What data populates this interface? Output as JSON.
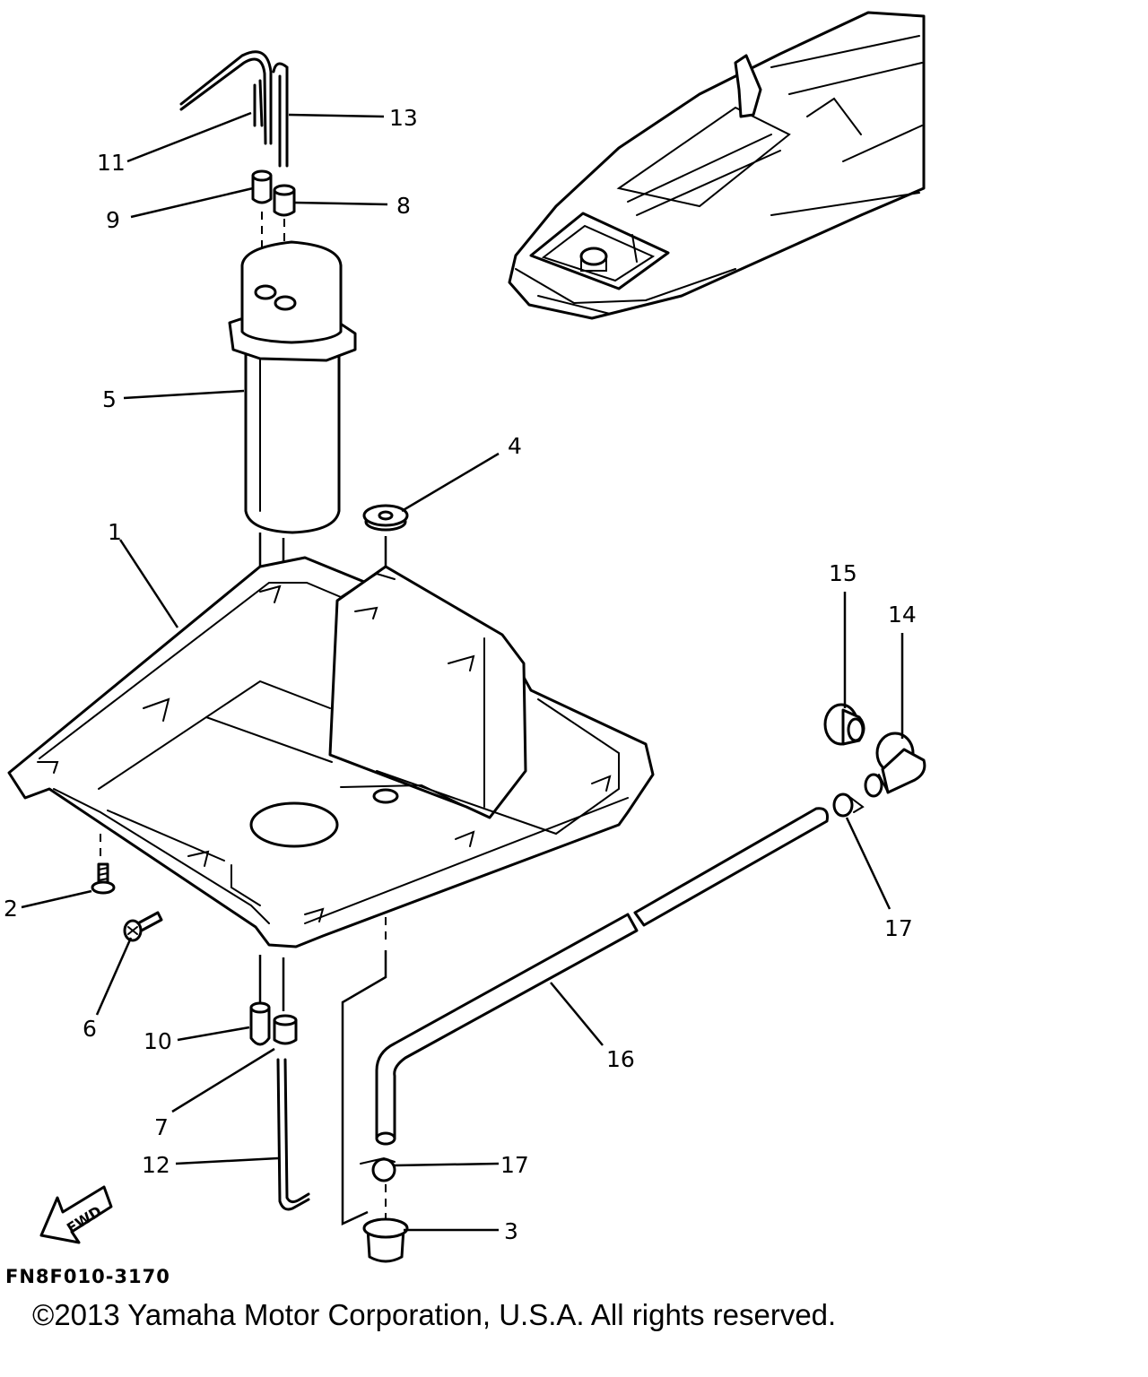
{
  "diagram": {
    "code": "FN8F010-3170",
    "copyright": "©2013 Yamaha Motor Corporation, U.S.A. All rights reserved.",
    "fwd_label": "FWD",
    "callouts": [
      {
        "id": "c1",
        "label": "1"
      },
      {
        "id": "c2",
        "label": "2"
      },
      {
        "id": "c3",
        "label": "3"
      },
      {
        "id": "c4",
        "label": "4"
      },
      {
        "id": "c5",
        "label": "5"
      },
      {
        "id": "c6",
        "label": "6"
      },
      {
        "id": "c7",
        "label": "7"
      },
      {
        "id": "c8",
        "label": "8"
      },
      {
        "id": "c9",
        "label": "9"
      },
      {
        "id": "c10",
        "label": "10"
      },
      {
        "id": "c11",
        "label": "11"
      },
      {
        "id": "c12",
        "label": "12"
      },
      {
        "id": "c13",
        "label": "13"
      },
      {
        "id": "c14",
        "label": "14"
      },
      {
        "id": "c15",
        "label": "15"
      },
      {
        "id": "c16",
        "label": "16"
      },
      {
        "id": "c17a",
        "label": "17"
      },
      {
        "id": "c17b",
        "label": "17"
      }
    ]
  }
}
